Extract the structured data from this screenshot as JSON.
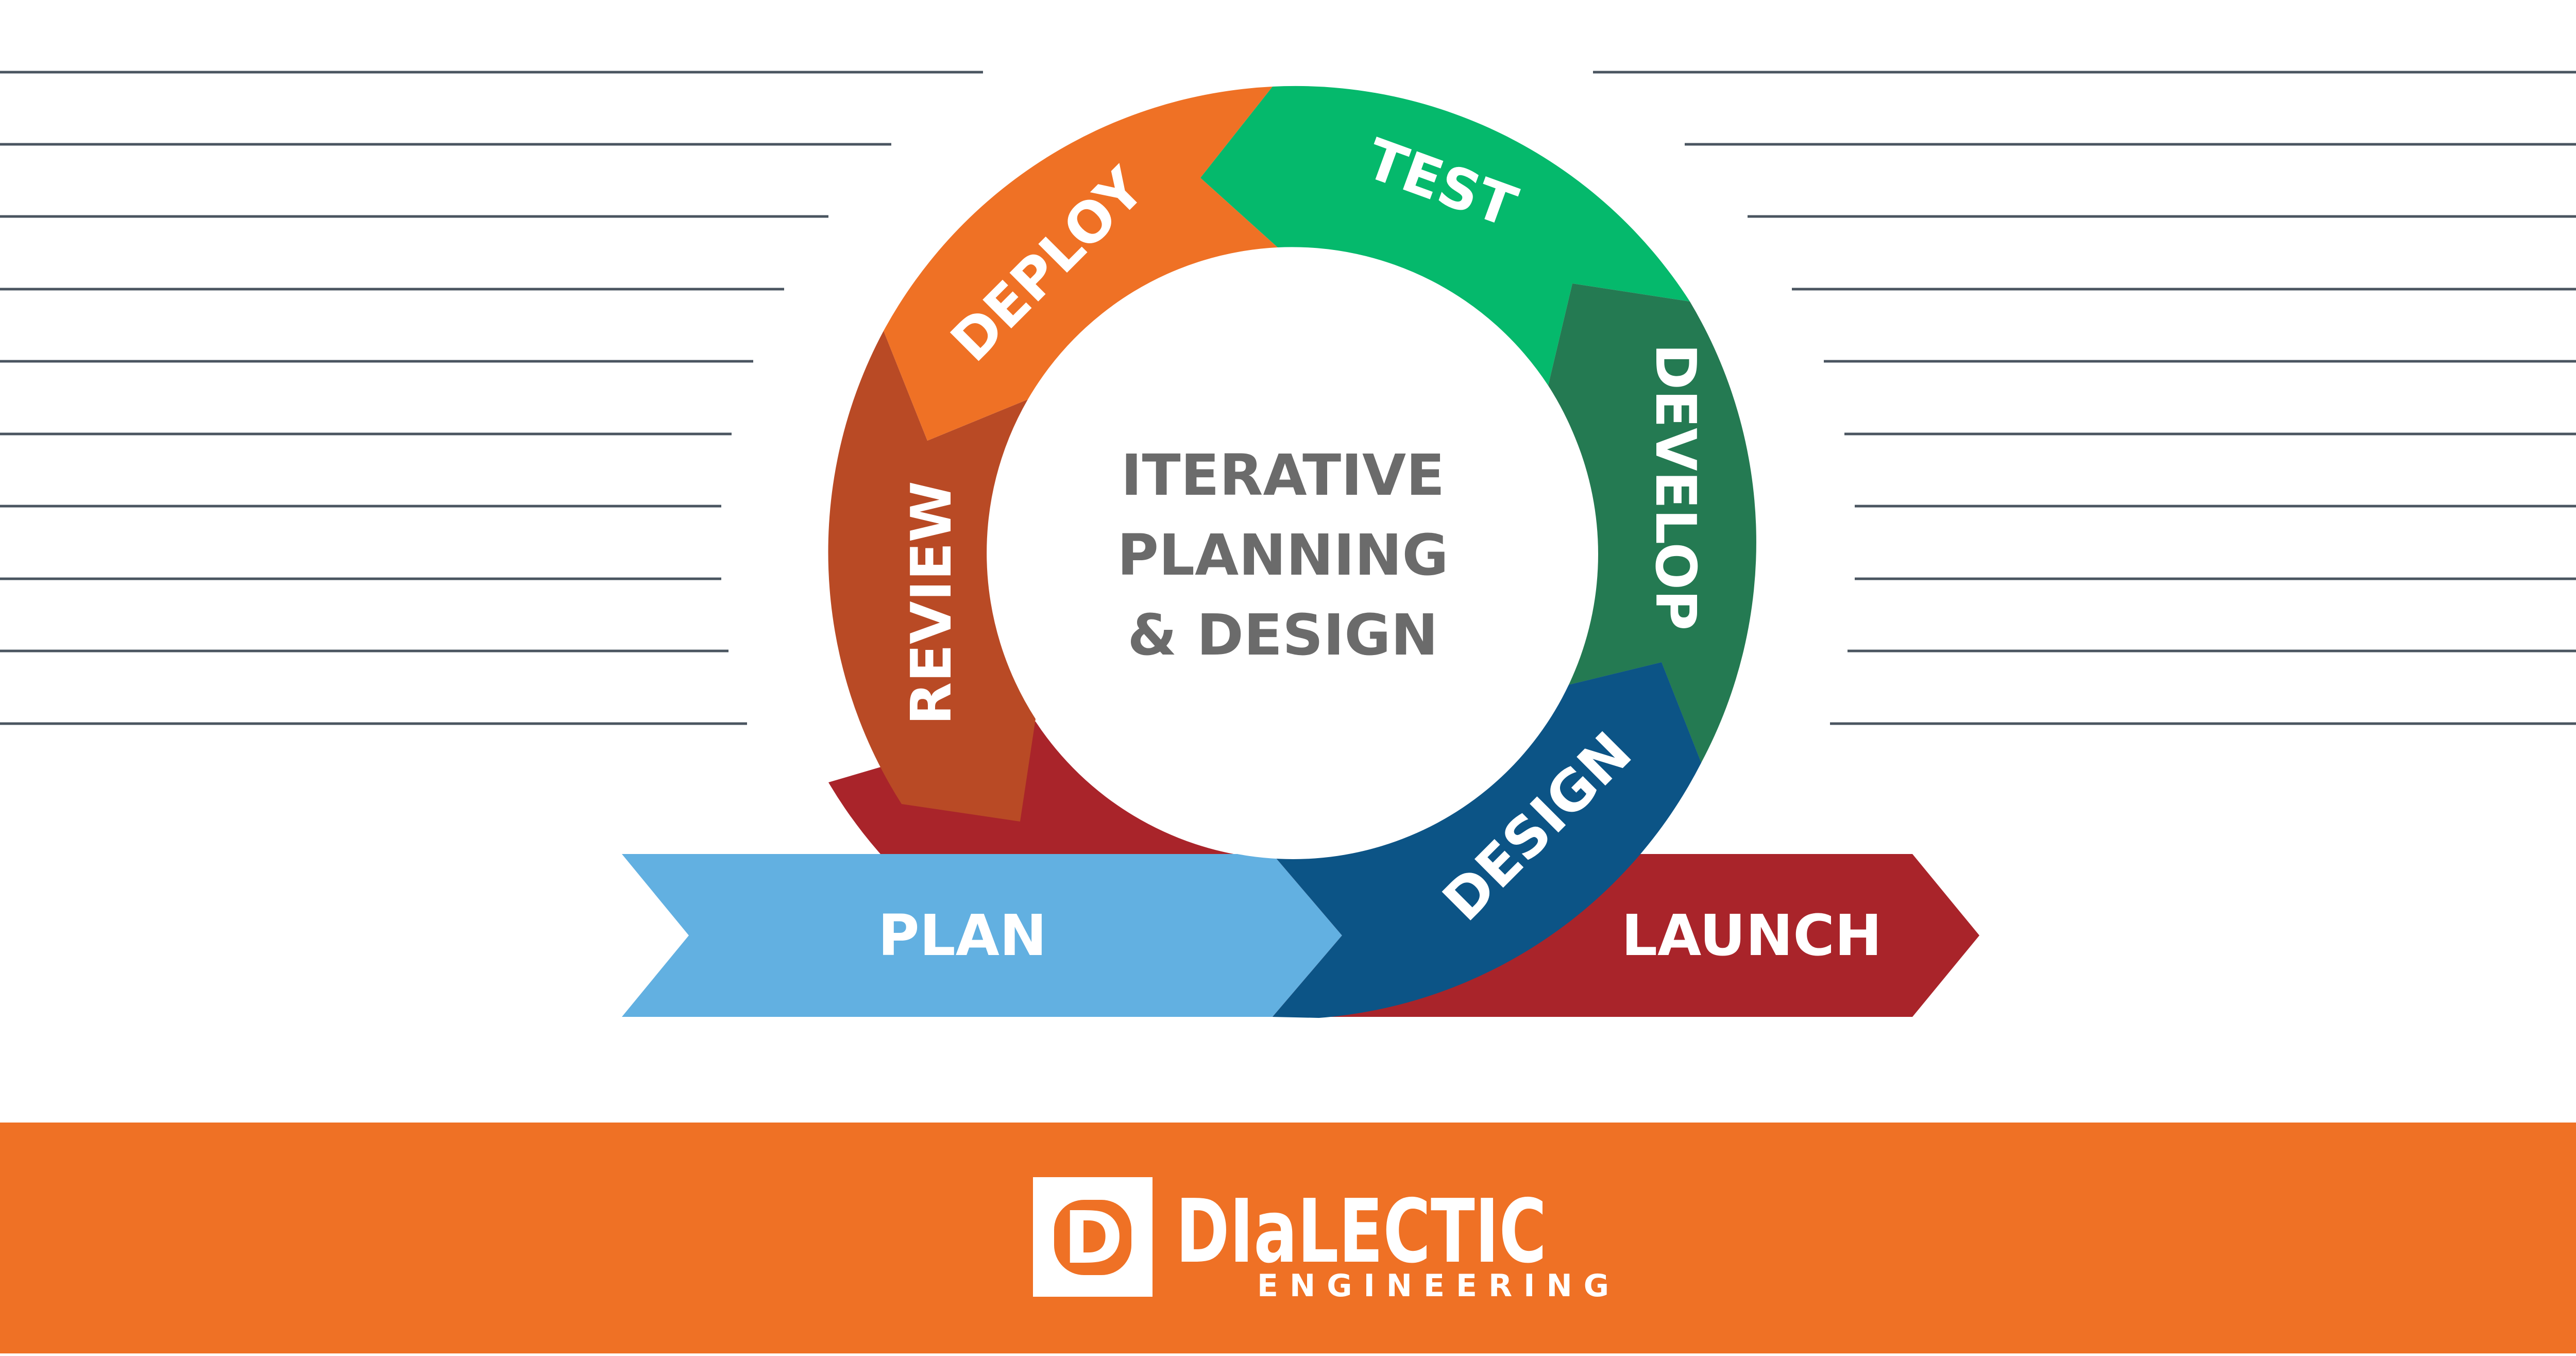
{
  "diagram": {
    "center_label": [
      "ITERATIVE",
      "PLANNING",
      "& DESIGN"
    ],
    "stages": [
      {
        "name": "Test",
        "label": "TEST",
        "color": "#05b96c"
      },
      {
        "name": "Develop",
        "label": "DEVELOP",
        "color": "#247a52"
      },
      {
        "name": "Design",
        "label": "DESIGN",
        "color": "#0c5486"
      },
      {
        "name": "Review",
        "label": "REVIEW",
        "color": "#b94a25"
      },
      {
        "name": "Deploy",
        "label": "DEPLOY",
        "color": "#ef7125"
      }
    ],
    "start_arrow": {
      "label": "PLAN",
      "color": "#62b0e1"
    },
    "end_arrow": {
      "label": "LAUNCH",
      "color": "#a9242a"
    },
    "colors": {
      "line": "#4a5560",
      "center_text": "#6b6b6b",
      "arc_bottom": "#a9242a"
    }
  },
  "footer": {
    "background": "#ef7125",
    "logo_letter": "D",
    "brand_name": "DIaLECTIC",
    "tagline": "ENGINEERING"
  }
}
